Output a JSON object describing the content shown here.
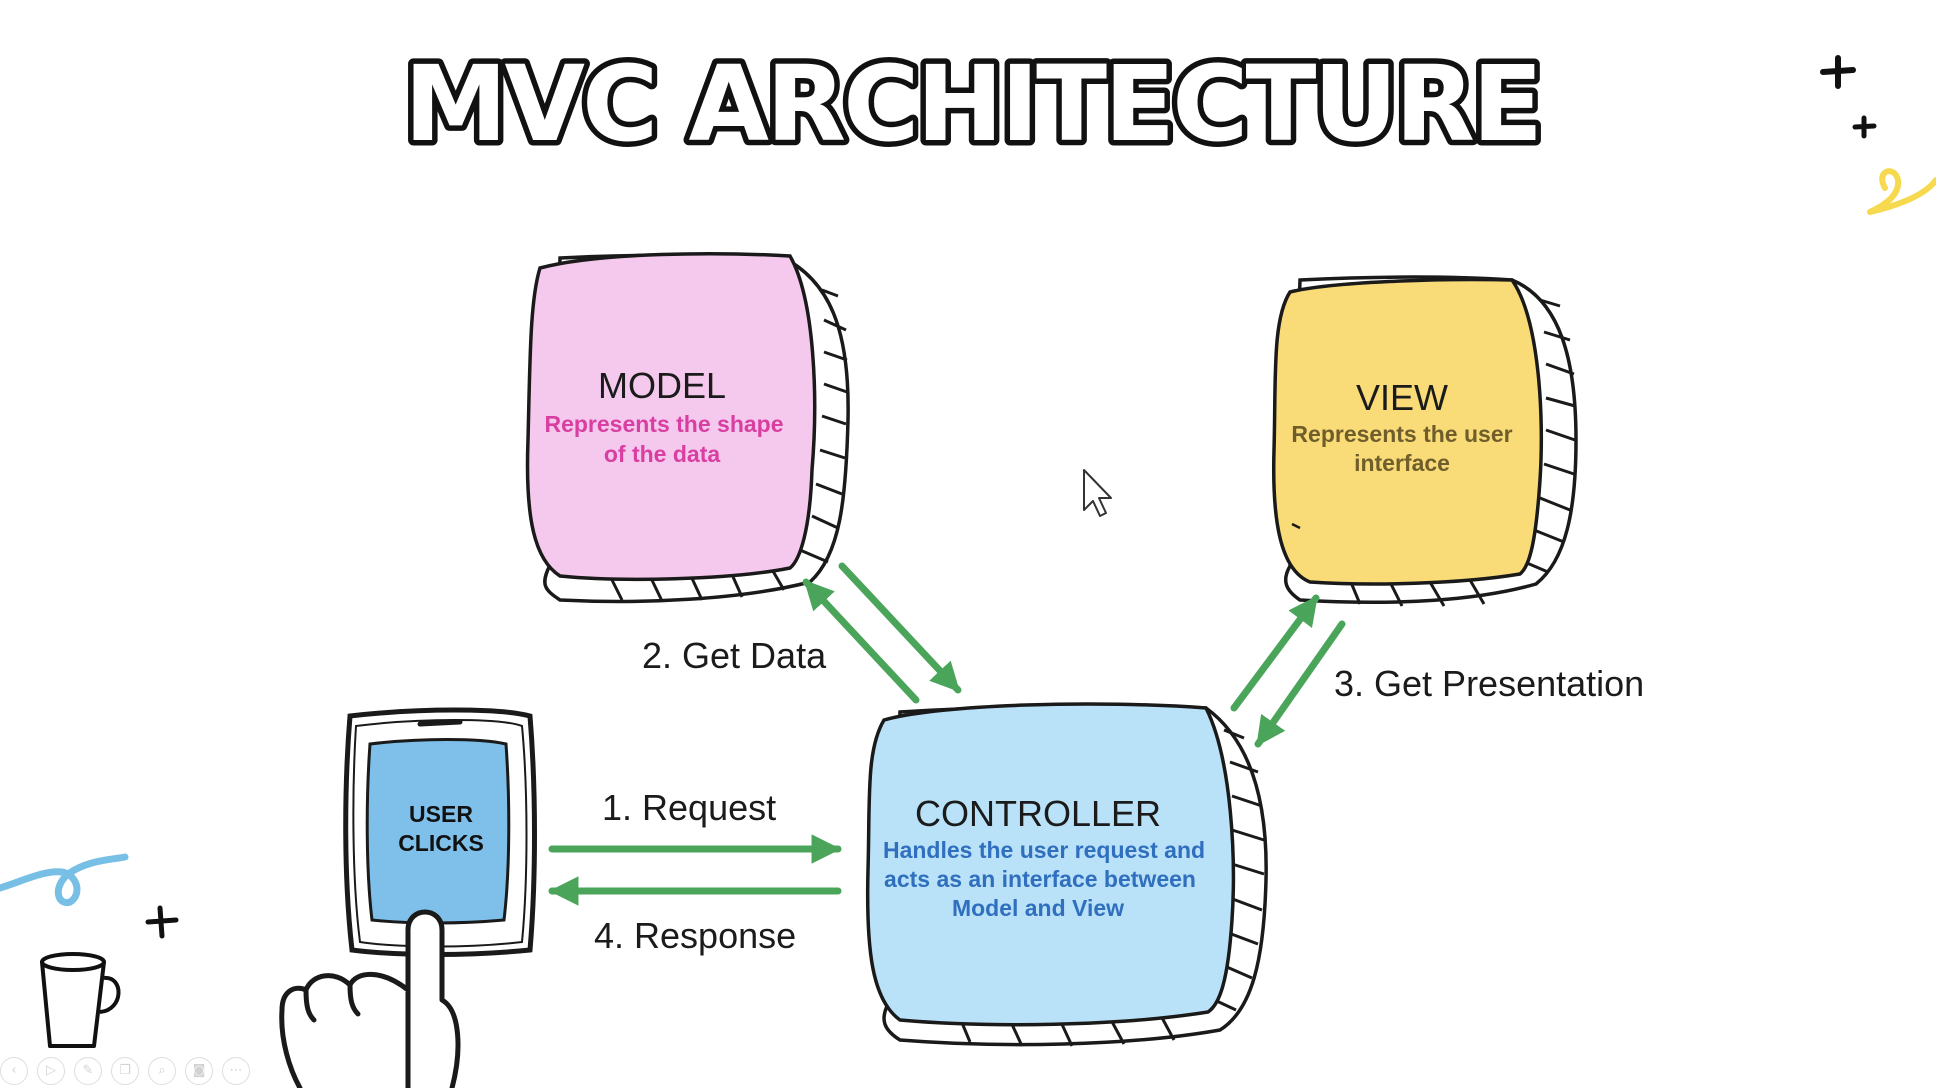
{
  "title": "MVC ARCHITECTURE",
  "model": {
    "title": "MODEL",
    "desc_line1": "Represents the shape",
    "desc_line2": "of the data",
    "fill": "#f5c9ee",
    "desc_color": "#d83fa0"
  },
  "view": {
    "title": "VIEW",
    "desc_line1": "Represents the user",
    "desc_line2": "interface",
    "fill": "#f9dc78",
    "desc_color": "#6f5e2c"
  },
  "controller": {
    "title": "CONTROLLER",
    "desc_line1": "Handles the user request and",
    "desc_line2": "acts as an interface between",
    "desc_line3": "Model and View",
    "fill": "#b9e2f9",
    "desc_color": "#2f6fbe"
  },
  "user": {
    "line1": "USER",
    "line2": "CLICKS",
    "screen_fill": "#7ec0ea"
  },
  "edges": {
    "request": "1. Request",
    "get_data": "2. Get Data",
    "get_presentation": "3. Get Presentation",
    "response": "4. Response"
  },
  "colors": {
    "arrow": "#4aa55a",
    "outline": "#1a1a1a",
    "squiggle_yellow": "#f6d94e",
    "squiggle_blue": "#78bfe6"
  },
  "toolbar": {
    "icons": [
      "prev-icon",
      "play-icon",
      "pen-icon",
      "copy-icon",
      "zoom-icon",
      "camera-icon",
      "more-icon"
    ],
    "glyphs": [
      "‹",
      "▷",
      "✎",
      "❐",
      "⌕",
      "◙",
      "⋯"
    ]
  }
}
